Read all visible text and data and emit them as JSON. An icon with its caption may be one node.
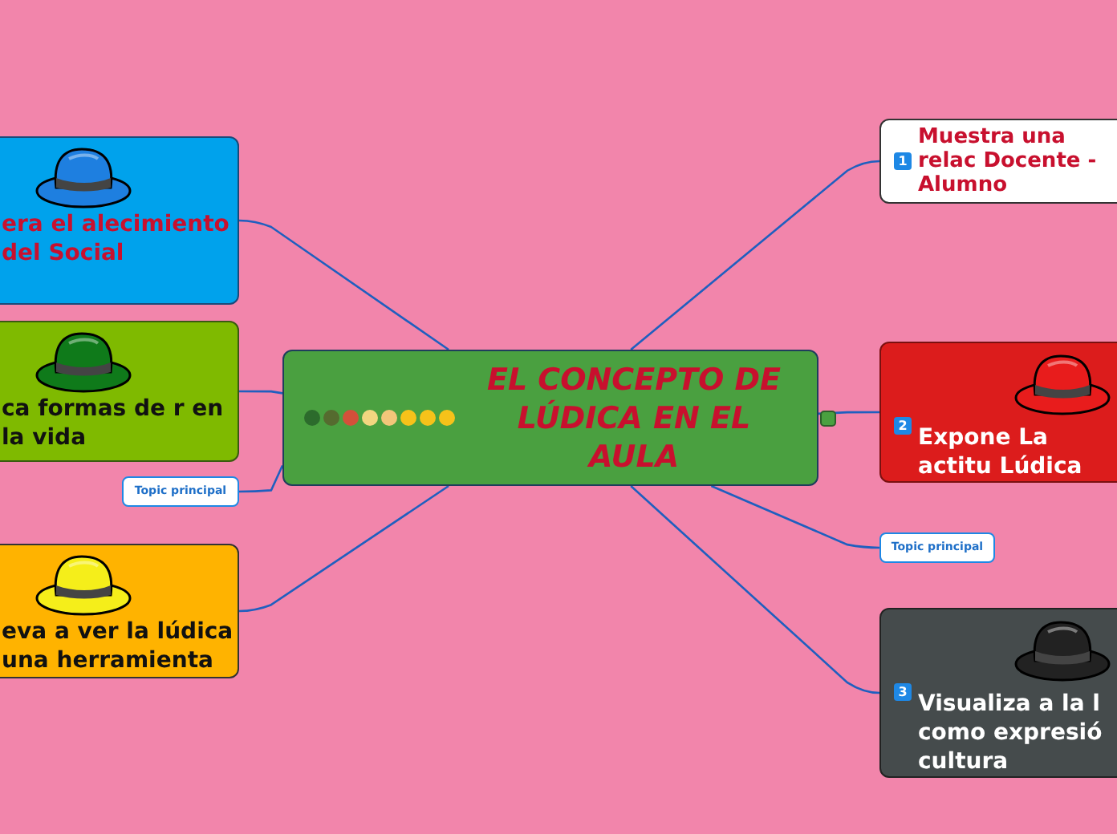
{
  "diagram": {
    "nodes": [
      {
        "text": [
          "EL CONCEPTO DE LÚDICA EN EL AULA"
        ]
      },
      {
        "text": [
          "era el alecimiento del Social"
        ]
      },
      {
        "text": [
          "ca formas de r en la vida"
        ]
      },
      {
        "text": [
          "Topic principal"
        ]
      },
      {
        "text": [
          "eva a ver la lúdica una herramienta"
        ]
      },
      {
        "text": [
          "1",
          "Muestra una relac Docente -Alumno"
        ]
      },
      {
        "text": [
          "2",
          "Expone La actitu Lúdica"
        ]
      },
      {
        "text": [
          "Topic principal"
        ]
      },
      {
        "text": [
          "3",
          "Visualiza a la l como expresió cultura"
        ]
      }
    ],
    "edges": [
      {
        "from": 0,
        "to": 1,
        "arrow": "none"
      },
      {
        "from": 0,
        "to": 2,
        "arrow": "none"
      },
      {
        "from": 0,
        "to": 3,
        "arrow": "none"
      },
      {
        "from": 0,
        "to": 4,
        "arrow": "none"
      },
      {
        "from": 0,
        "to": 5,
        "arrow": "none"
      },
      {
        "from": 0,
        "to": 6,
        "arrow": "none"
      },
      {
        "from": 0,
        "to": 7,
        "arrow": "none"
      },
      {
        "from": 0,
        "to": 8,
        "arrow": "none"
      }
    ]
  }
}
